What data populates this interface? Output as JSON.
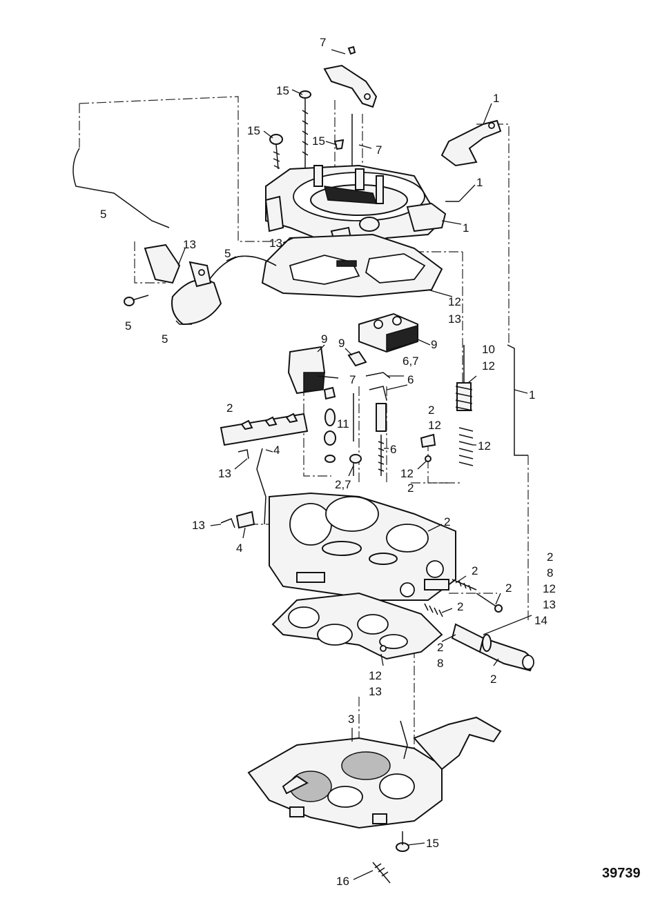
{
  "figure_number": "39739",
  "callouts": [
    {
      "id": "c1",
      "text": "7"
    },
    {
      "id": "c2",
      "text": "15"
    },
    {
      "id": "c3",
      "text": "15"
    },
    {
      "id": "c4",
      "text": "15"
    },
    {
      "id": "c5",
      "text": "7"
    },
    {
      "id": "c6",
      "text": "1"
    },
    {
      "id": "c7",
      "text": "1"
    },
    {
      "id": "c8",
      "text": "1"
    },
    {
      "id": "c9",
      "text": "5"
    },
    {
      "id": "c10",
      "text": "13"
    },
    {
      "id": "c11",
      "text": "13"
    },
    {
      "id": "c12",
      "text": "5"
    },
    {
      "id": "c13",
      "text": "5"
    },
    {
      "id": "c14",
      "text": "5"
    },
    {
      "id": "c15",
      "text": "12"
    },
    {
      "id": "c16",
      "text": "13"
    },
    {
      "id": "c17",
      "text": "9"
    },
    {
      "id": "c18",
      "text": "9"
    },
    {
      "id": "c19",
      "text": "9"
    },
    {
      "id": "c20",
      "text": "6,7"
    },
    {
      "id": "c21",
      "text": "7"
    },
    {
      "id": "c22",
      "text": "6"
    },
    {
      "id": "c23",
      "text": "10"
    },
    {
      "id": "c24",
      "text": "12"
    },
    {
      "id": "c25",
      "text": "1"
    },
    {
      "id": "c26",
      "text": "2"
    },
    {
      "id": "c27",
      "text": "11"
    },
    {
      "id": "c28",
      "text": "2"
    },
    {
      "id": "c29",
      "text": "12"
    },
    {
      "id": "c30",
      "text": "12"
    },
    {
      "id": "c31",
      "text": "4"
    },
    {
      "id": "c32",
      "text": "13"
    },
    {
      "id": "c33",
      "text": "6"
    },
    {
      "id": "c34",
      "text": "12"
    },
    {
      "id": "c35",
      "text": "2,7"
    },
    {
      "id": "c36",
      "text": "2"
    },
    {
      "id": "c37",
      "text": "13"
    },
    {
      "id": "c38",
      "text": "4"
    },
    {
      "id": "c39",
      "text": "2"
    },
    {
      "id": "c40",
      "text": "2"
    },
    {
      "id": "c41",
      "text": "8"
    },
    {
      "id": "c42",
      "text": "2"
    },
    {
      "id": "c43",
      "text": "12"
    },
    {
      "id": "c44",
      "text": "2"
    },
    {
      "id": "c45",
      "text": "13"
    },
    {
      "id": "c46",
      "text": "2"
    },
    {
      "id": "c47",
      "text": "14"
    },
    {
      "id": "c48",
      "text": "2"
    },
    {
      "id": "c49",
      "text": "8"
    },
    {
      "id": "c50",
      "text": "12"
    },
    {
      "id": "c51",
      "text": "2"
    },
    {
      "id": "c52",
      "text": "13"
    },
    {
      "id": "c53",
      "text": "3"
    },
    {
      "id": "c54",
      "text": "15"
    },
    {
      "id": "c55",
      "text": "16"
    }
  ]
}
